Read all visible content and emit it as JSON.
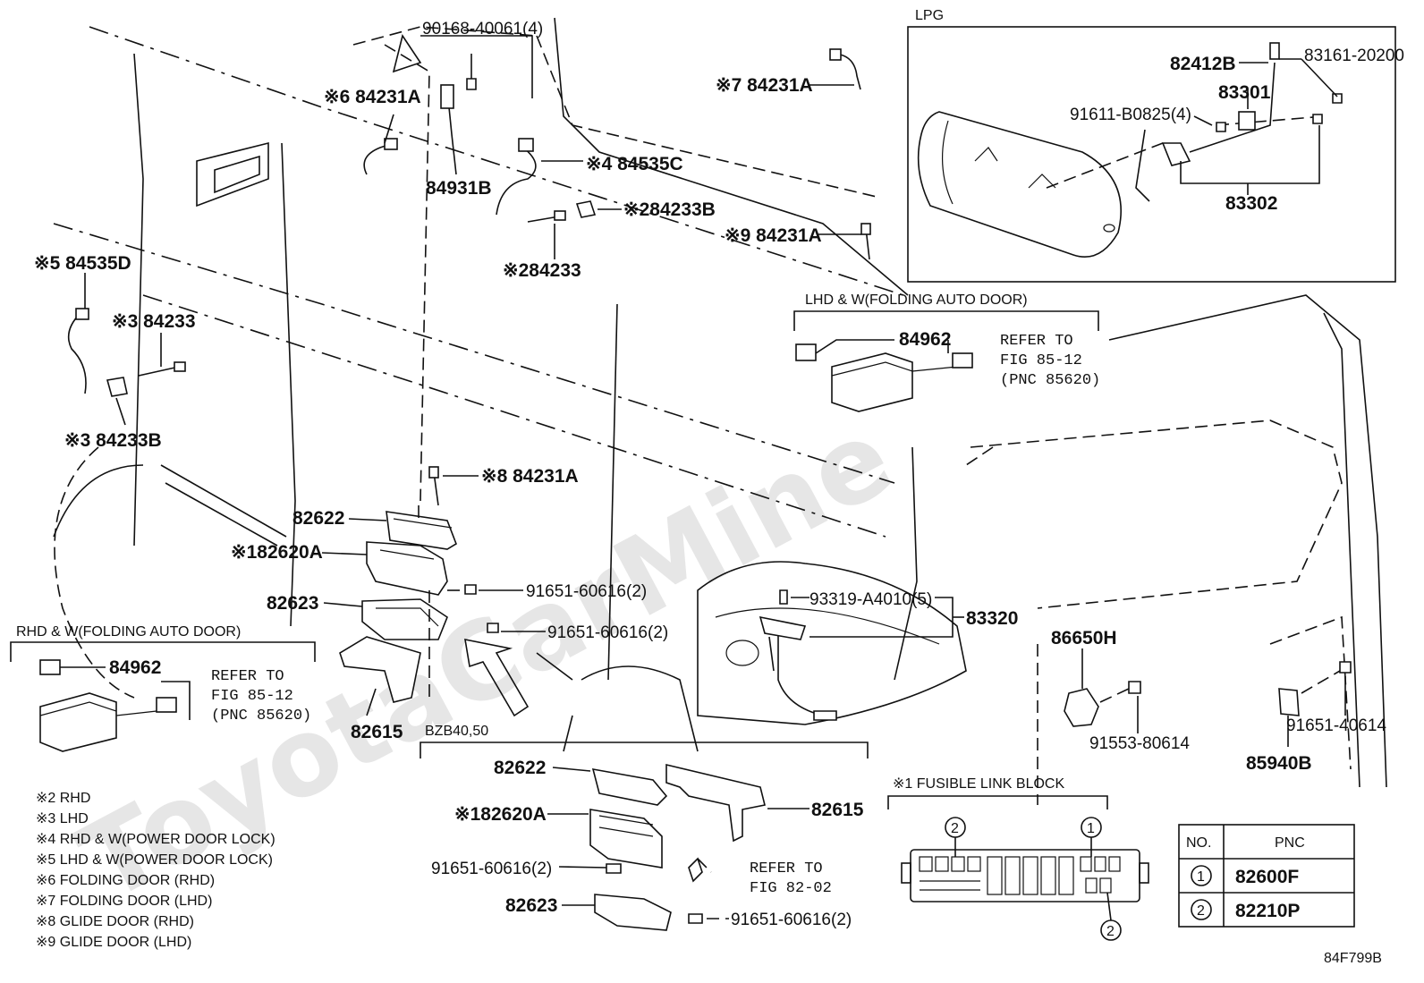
{
  "watermark": "ToyotaCarMine",
  "diagram_code": "84F799B",
  "lpg": {
    "title": "LPG",
    "parts": [
      "82412B",
      "83161-20200",
      "83301",
      "91611-B0825(4)",
      "83302"
    ]
  },
  "lhd_box": {
    "title": "LHD & W(FOLDING AUTO DOOR)",
    "part": "84962",
    "refer": [
      "REFER TO",
      "FIG 85-12",
      "(PNC 85620)"
    ]
  },
  "rhd_box": {
    "title": "RHD & W(FOLDING AUTO DOOR)",
    "part": "84962",
    "refer": [
      "REFER TO",
      "FIG 85-12",
      "(PNC 85620)"
    ]
  },
  "bzb_box": {
    "title": "BZB40,50",
    "parts": [
      "82622",
      "※182620A",
      "91651-60616(2)",
      "82623",
      "82615",
      "91651-60616(2)"
    ],
    "refer": [
      "REFER TO",
      "FIG 82-02"
    ]
  },
  "callouts": {
    "c90168": "90168-40061(4)",
    "c6_84231A": "※6 84231A",
    "c84931B": "84931B",
    "c4_84535C": "※4 84535C",
    "c2_84233B": "※284233B",
    "c2_84233": "※284233",
    "c7_84231A": "※7 84231A",
    "c9_84231A": "※9 84231A",
    "c5_84535D": "※5 84535D",
    "c3_84233": "※3 84233",
    "c3_84233B": "※3 84233B",
    "c8_84231A": "※8 84231A",
    "c82622": "82622",
    "c1_82620A": "※182620A",
    "c82623": "82623",
    "c91651a": "91651-60616(2)",
    "c91651b": "91651-60616(2)",
    "c82615": "82615",
    "c93319": "93319-A4010(5)",
    "c83320": "83320",
    "c86650H": "86650H",
    "c91553": "91553-80614",
    "c91651_40614": "91651-40614",
    "c85940B": "85940B"
  },
  "fusible": {
    "title": "※1 FUSIBLE LINK BLOCK",
    "marker1": "1",
    "marker2": "2"
  },
  "pnc_table": {
    "headers": [
      "NO.",
      "PNC"
    ],
    "rows": [
      {
        "no": "1",
        "pnc": "82600F"
      },
      {
        "no": "2",
        "pnc": "82210P"
      }
    ]
  },
  "legend": [
    "※2 RHD",
    "※3 LHD",
    "※4 RHD & W(POWER DOOR LOCK)",
    "※5 LHD & W(POWER DOOR LOCK)",
    "※6 FOLDING DOOR (RHD)",
    "※7 FOLDING DOOR (LHD)",
    "※8 GLIDE DOOR (RHD)",
    "※9 GLIDE DOOR (LHD)"
  ]
}
